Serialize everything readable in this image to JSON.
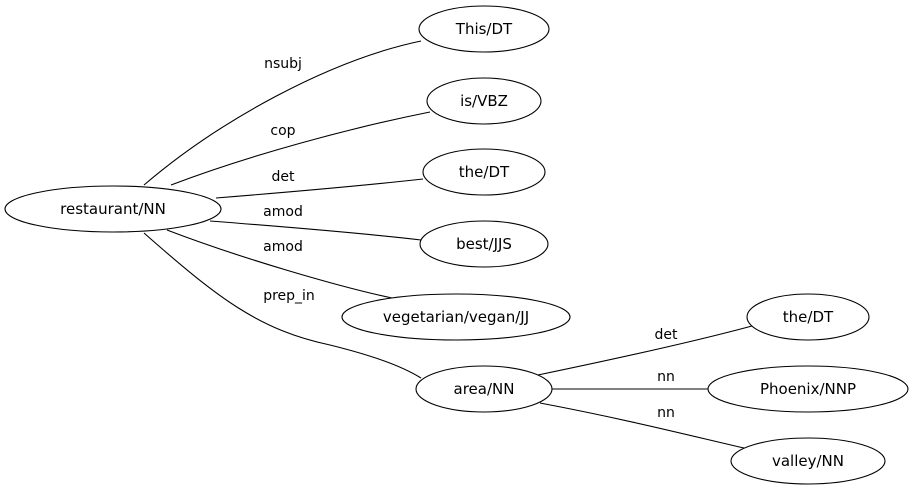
{
  "diagram": {
    "type": "dependency-parse-tree",
    "nodes": [
      {
        "id": "restaurant",
        "label": "restaurant/NN"
      },
      {
        "id": "this",
        "label": "This/DT"
      },
      {
        "id": "is",
        "label": "is/VBZ"
      },
      {
        "id": "the1",
        "label": "the/DT"
      },
      {
        "id": "best",
        "label": "best/JJS"
      },
      {
        "id": "veg",
        "label": "vegetarian/vegan/JJ"
      },
      {
        "id": "area",
        "label": "area/NN"
      },
      {
        "id": "the2",
        "label": "the/DT"
      },
      {
        "id": "phoenix",
        "label": "Phoenix/NNP"
      },
      {
        "id": "valley",
        "label": "valley/NN"
      }
    ],
    "edges": [
      {
        "from": "restaurant",
        "to": "this",
        "label": "nsubj"
      },
      {
        "from": "restaurant",
        "to": "is",
        "label": "cop"
      },
      {
        "from": "restaurant",
        "to": "the1",
        "label": "det"
      },
      {
        "from": "restaurant",
        "to": "best",
        "label": "amod"
      },
      {
        "from": "restaurant",
        "to": "veg",
        "label": "amod"
      },
      {
        "from": "restaurant",
        "to": "area",
        "label": "prep_in"
      },
      {
        "from": "area",
        "to": "the2",
        "label": "det"
      },
      {
        "from": "area",
        "to": "phoenix",
        "label": "nn"
      },
      {
        "from": "area",
        "to": "valley",
        "label": "nn"
      }
    ]
  }
}
